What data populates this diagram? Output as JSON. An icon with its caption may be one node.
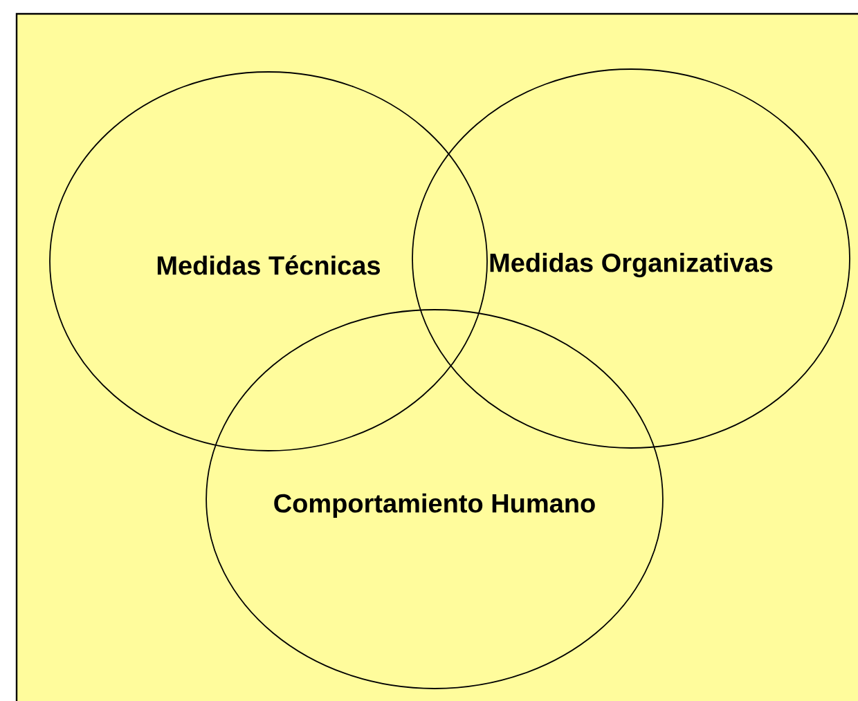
{
  "diagram": {
    "nodes": [
      {
        "text": [
          "Medidas Técnicas"
        ]
      },
      {
        "text": [
          "Medidas Organizativas"
        ]
      },
      {
        "text": [
          "Comportamiento Humano"
        ]
      }
    ]
  }
}
